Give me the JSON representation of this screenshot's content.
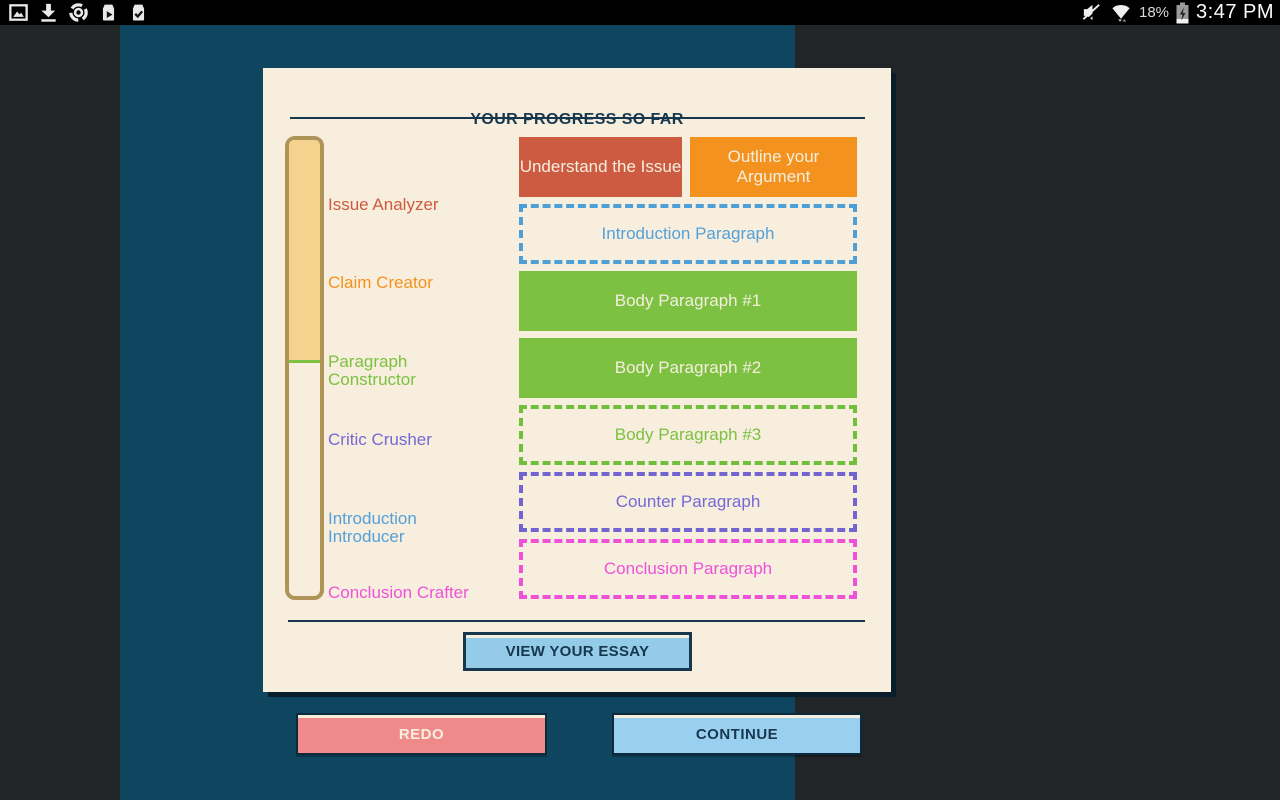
{
  "status_bar": {
    "time": "3:47 PM",
    "battery_percent": "18%",
    "left_icons": [
      {
        "name": "screenshot-icon"
      },
      {
        "name": "download-complete-icon"
      },
      {
        "name": "chrome-icon"
      },
      {
        "name": "play-store-bag-icon"
      },
      {
        "name": "shop-check-icon"
      }
    ],
    "right_icons": [
      {
        "name": "volume-muted-icon"
      },
      {
        "name": "wifi-data-icon"
      },
      {
        "name": "battery-charging-icon"
      }
    ]
  },
  "progress_card": {
    "title": "YOUR PROGRESS SO FAR",
    "milestones": [
      {
        "label": "Issue Analyzer",
        "color": "#cd5b41"
      },
      {
        "label": "Claim Creator",
        "color": "#f3921f"
      },
      {
        "label": "Paragraph Constructor",
        "color": "#7cc142"
      },
      {
        "label": "Critic Crusher",
        "color": "#7668d6"
      },
      {
        "label": "Introduction Introducer",
        "color": "#55a0d8"
      },
      {
        "label": "Conclusion Crafter",
        "color": "#ee52d8"
      }
    ],
    "progress_bar": {
      "fill_percent": 49,
      "fill_color": "#f6d28f",
      "border_color": "#ae9457",
      "marker_color": "#7cc142"
    },
    "blocks": [
      {
        "label": "Understand the Issue",
        "state": "complete",
        "color": "#cd5b41"
      },
      {
        "label": "Outline your Argument",
        "state": "complete",
        "color": "#f3921f"
      },
      {
        "label": "Introduction Paragraph",
        "state": "incomplete",
        "color": "#4d9fd8"
      },
      {
        "label": "Body Paragraph #1",
        "state": "complete",
        "color": "#7cc142"
      },
      {
        "label": "Body Paragraph #2",
        "state": "complete",
        "color": "#7cc142"
      },
      {
        "label": "Body Paragraph #3",
        "state": "incomplete",
        "color": "#7cc142"
      },
      {
        "label": "Counter Paragraph",
        "state": "incomplete",
        "color": "#7668d6"
      },
      {
        "label": "Conclusion Paragraph",
        "state": "incomplete",
        "color": "#ee52d8"
      }
    ],
    "view_essay_button": "VIEW YOUR ESSAY"
  },
  "footer": {
    "redo_button": "REDO",
    "continue_button": "CONTINUE"
  },
  "colors": {
    "status_bar_bg": "#000000",
    "outer_bg": "#222528",
    "panel_bg": "#0e4660",
    "card_bg": "#f7eedd",
    "heading_text": "#17374e",
    "button_blue": "#93cbe9",
    "button_salmon": "#f08a8a",
    "cream_text": "#f6eedd",
    "card_shadow": "#0a1d2b"
  }
}
